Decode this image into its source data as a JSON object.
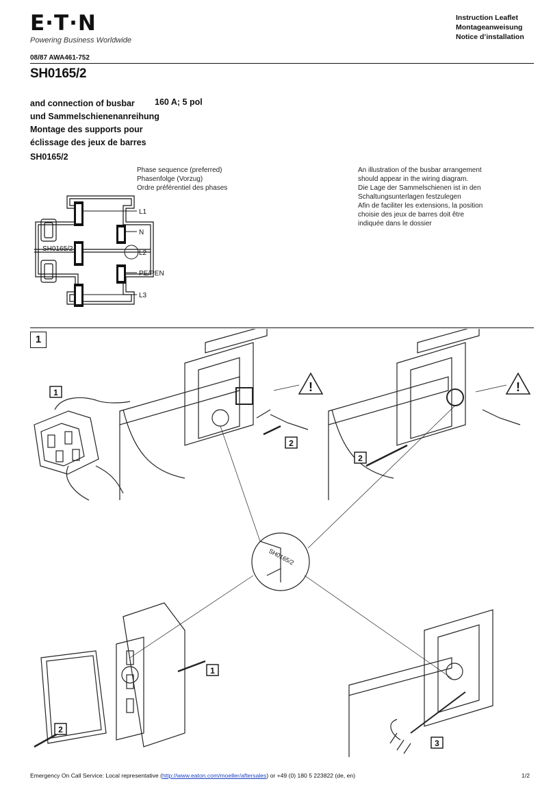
{
  "header": {
    "logo_text": "E·T·N",
    "logo_tagline": "Powering Business Worldwide",
    "doc_types": [
      "Instruction Leaflet",
      "Montageanweisung",
      "Notice d’installation"
    ]
  },
  "reference": "08/87 AWA461-752",
  "product_code": "SH0165/2",
  "headings": [
    "and connection of busbar",
    "und Sammelschienenanreihung",
    "Montage des supports pour",
    "éclissage des jeux de barres"
  ],
  "spec": "160 A; 5 pol",
  "subtitle": "SH0165/2",
  "phase_sequence": [
    "Phase sequence (preferred)",
    "Phasenfolge (Vorzug)",
    "Ordre préférentiel des phases"
  ],
  "note": [
    "An illustration of the busbar arrangement",
    "should appear in the wiring diagram.",
    "Die Lage der Sammelschienen ist in den",
    "Schaltungsunterlagen festzulegen",
    "Afin de faciliter les extensions, la position",
    "choisie des jeux de barres doit être",
    "indiquée dans le dossier"
  ],
  "diagram_labels": {
    "support_label": "SH0165/2",
    "phases": [
      "L1",
      "N",
      "L2",
      "PE/PEN",
      "L3"
    ]
  },
  "step": {
    "number": "1",
    "callouts": [
      "1",
      "2",
      "2",
      "1",
      "2",
      "3"
    ],
    "detail_label": "SH0165/2",
    "warning_symbol": "!"
  },
  "footer": {
    "prefix": "Emergency On Call Service: Local representative (",
    "link": "http://www.eaton.com/moeller/aftersales",
    "suffix": ") or +49 (0) 180 5 223822 (de, en)",
    "page": "1/2"
  }
}
